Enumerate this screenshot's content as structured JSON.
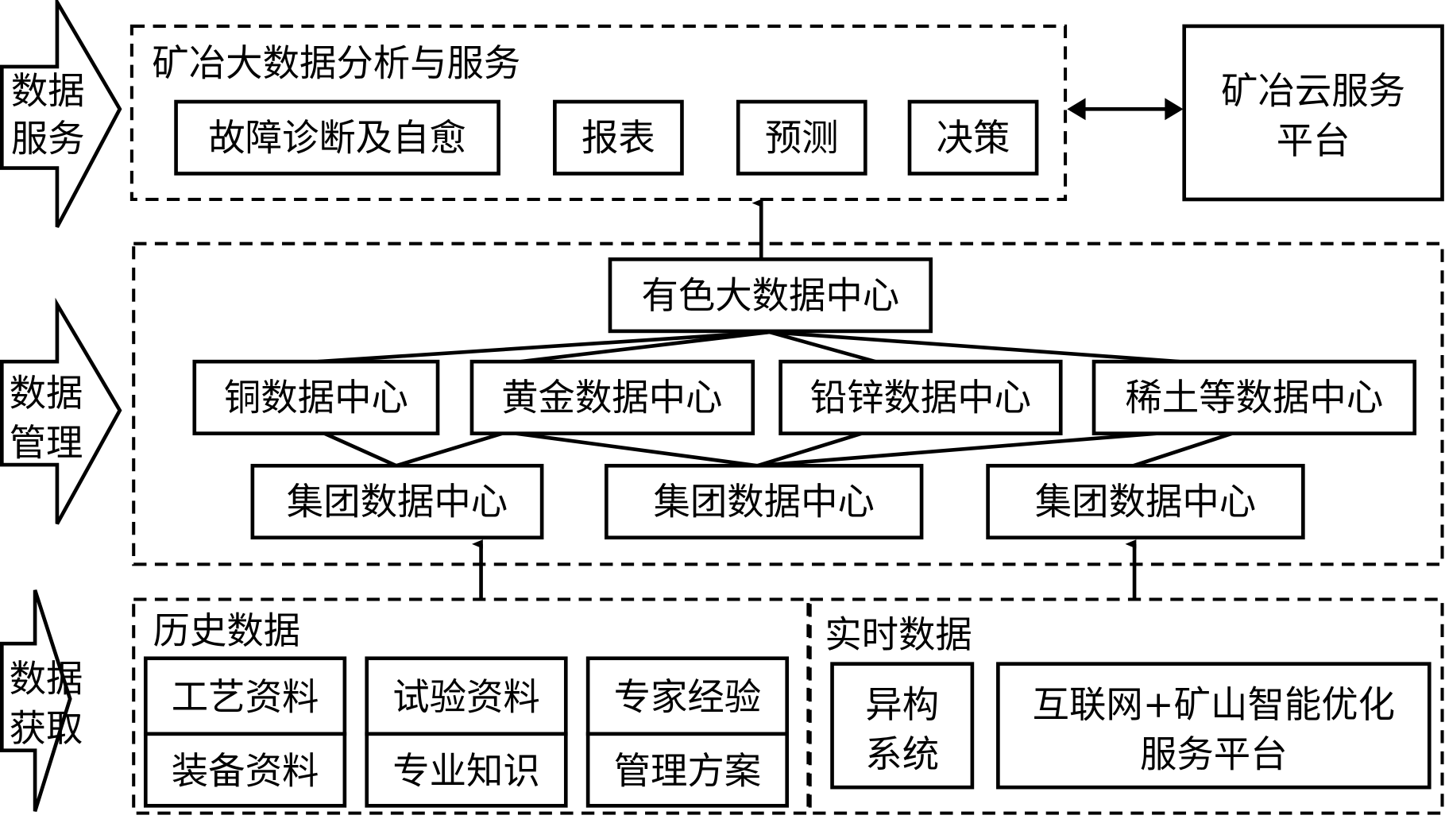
{
  "layers": {
    "service": {
      "label_line1": "数据",
      "label_line2": "服务"
    },
    "management": {
      "label_line1": "数据",
      "label_line2": "管理"
    },
    "acquisition": {
      "label_line1": "数据",
      "label_line2": "获取"
    }
  },
  "service_group": {
    "title": "矿冶大数据分析与服务",
    "items": [
      "故障诊断及自愈",
      "报表",
      "预测",
      "决策"
    ]
  },
  "cloud_platform": {
    "line1": "矿冶云服务",
    "line2": "平台"
  },
  "management_group": {
    "top": "有色大数据中心",
    "centers": [
      "铜数据中心",
      "黄金数据中心",
      "铅锌数据中心",
      "稀土等数据中心"
    ],
    "groups": [
      "集团数据中心",
      "集团数据中心",
      "集团数据中心"
    ]
  },
  "history_group": {
    "title": "历史数据",
    "items": [
      "工艺资料",
      "试验资料",
      "专家经验",
      "装备资料",
      "专业知识",
      "管理方案"
    ]
  },
  "realtime_group": {
    "title": "实时数据",
    "hetero": {
      "line1": "异构",
      "line2": "系统"
    },
    "platform": {
      "line1": "互联网+矿山智能优化",
      "line2": "服务平台"
    }
  }
}
